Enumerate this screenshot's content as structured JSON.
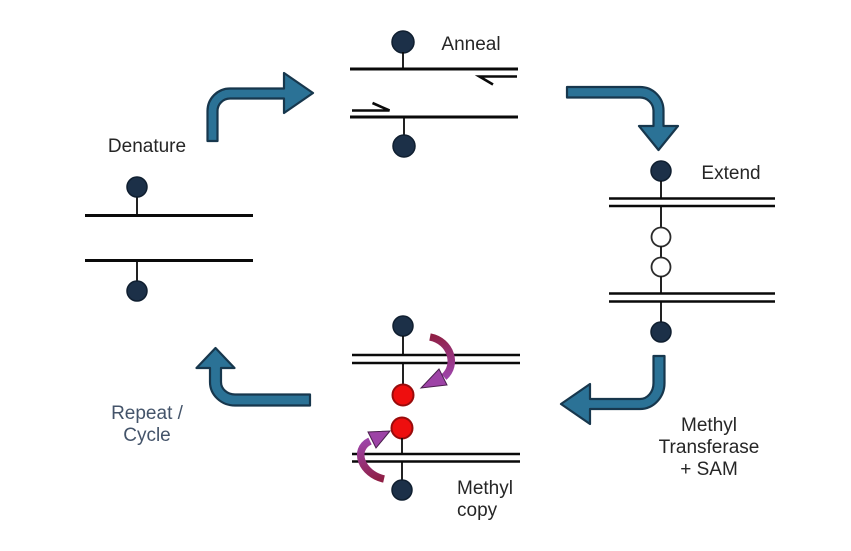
{
  "diagram": {
    "name": "Methylation PCR cycle diagram",
    "steps": {
      "denature": {
        "label": "Denature"
      },
      "anneal": {
        "label": "Anneal"
      },
      "extend": {
        "label": "Extend"
      },
      "methyl_transferase": {
        "label_lines": [
          "Methyl",
          "Transferase",
          "+ SAM"
        ]
      },
      "methyl_copy": {
        "label_lines": [
          "Methyl",
          "copy"
        ]
      },
      "repeat": {
        "label_lines": [
          "Repeat /",
          "Cycle"
        ]
      }
    },
    "colors": {
      "background": "#FFFFFF",
      "strand": "#0A0A0A",
      "label_text": "#262626",
      "repeat_text": "#44546A",
      "arrow_fill": "#2B7296",
      "arrow_stroke": "#17374D",
      "dark_node": "#1C3048",
      "dark_node_stroke": "#101F30",
      "open_node": "#FFFFFF",
      "open_node_stroke": "#2B2B2B",
      "red_node": "#EE0E0E",
      "red_node_stroke": "#990B0B",
      "maroon": "#8F1F45",
      "purple": "#9D43A6",
      "purple_stroke": "#4A1F4D"
    }
  }
}
